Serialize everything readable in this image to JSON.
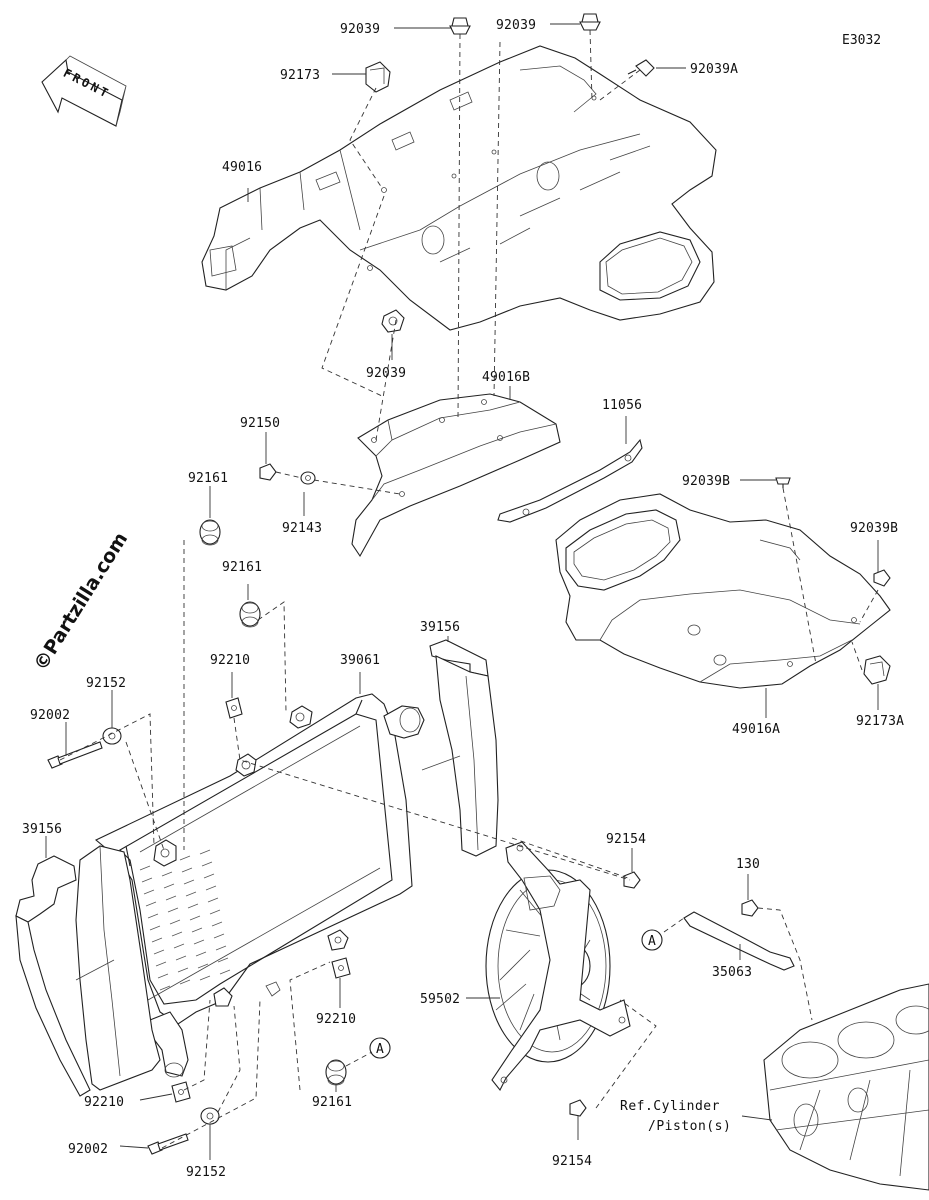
{
  "diagram_code": "E3032",
  "watermark": "©Partzilla.com",
  "front_arrow_label": "FRONT",
  "reference_note_line1": "Ref.Cylinder",
  "reference_note_line2": "/Piston(s)",
  "circle_reference": "A",
  "parts": {
    "p92039_top_left": "92039",
    "p92039_top_right": "92039",
    "p92039A": "92039A",
    "p92173": "92173",
    "p49016": "49016",
    "p92039_mid": "92039",
    "p49016B": "49016B",
    "p11056": "11056",
    "p92150": "92150",
    "p92143": "92143",
    "p92039B_left": "92039B",
    "p92039B_right": "92039B",
    "p49016A": "49016A",
    "p92173A": "92173A",
    "p92161_upper": "92161",
    "p92161_mid": "92161",
    "p92161_lower": "92161",
    "p39156_right": "39156",
    "p39156_left": "39156",
    "p92210_upper": "92210",
    "p92210_right": "92210",
    "p92210_lower": "92210",
    "p39061": "39061",
    "p92152_upper": "92152",
    "p92152_lower": "92152",
    "p92002_upper": "92002",
    "p92002_lower": "92002",
    "p92154_upper": "92154",
    "p92154_lower": "92154",
    "p130": "130",
    "p35063": "35063",
    "p59502": "59502"
  }
}
